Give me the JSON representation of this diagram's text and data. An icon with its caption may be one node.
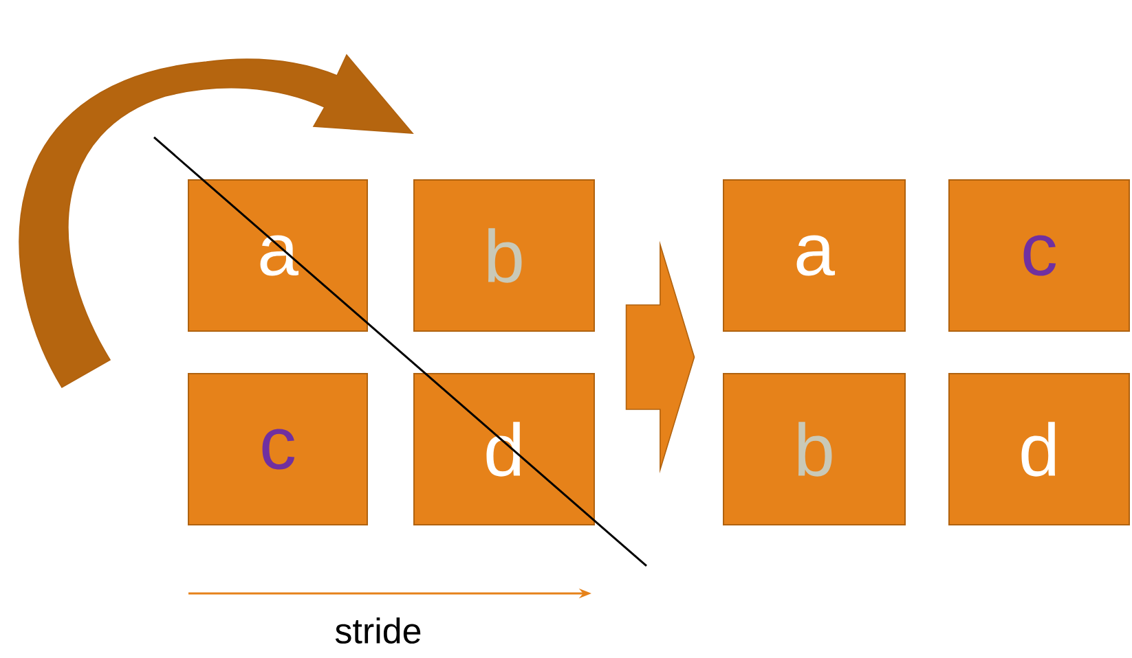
{
  "diagram": {
    "nodes": [
      {
        "text": [
          "a"
        ]
      },
      {
        "text": [
          "b"
        ]
      },
      {
        "text": [
          "c"
        ]
      },
      {
        "text": [
          "d"
        ]
      },
      {
        "text": [
          "a"
        ]
      },
      {
        "text": [
          "c"
        ]
      },
      {
        "text": [
          "b"
        ]
      },
      {
        "text": [
          "d"
        ]
      }
    ],
    "edges": [
      {
        "from": 3,
        "to": 6,
        "arrow": "to"
      }
    ],
    "labels": [
      "stride"
    ]
  }
}
